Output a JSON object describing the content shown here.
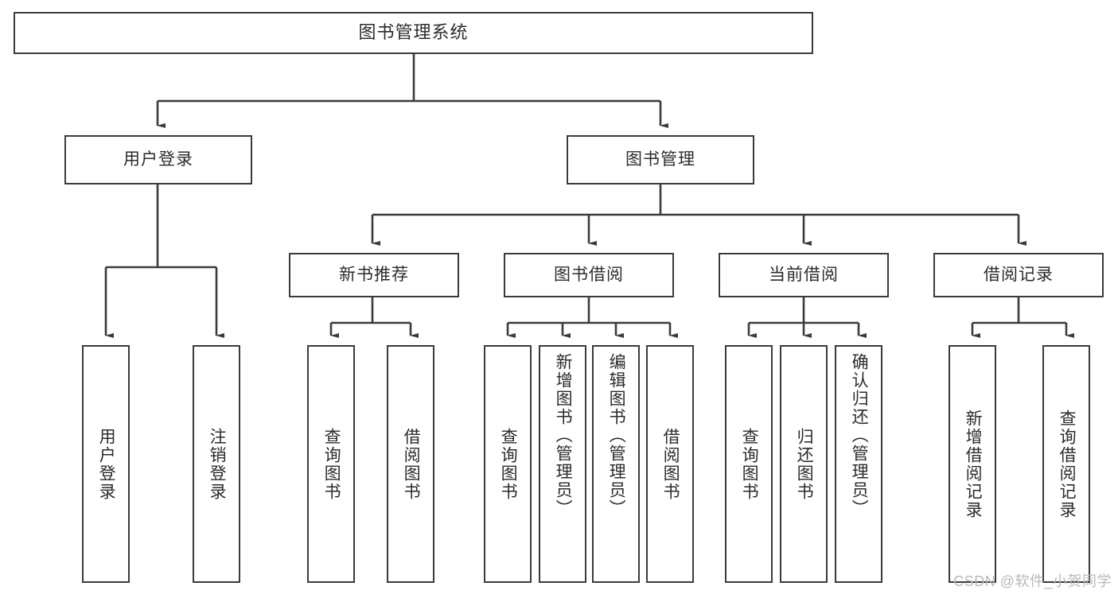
{
  "diagram": {
    "type": "tree-hierarchy-chart",
    "title": "图书管理系统",
    "colors": {
      "box_border": "#3b3b3b",
      "box_fill": "#ffffff",
      "connector": "#3b3b3b",
      "text": "#2b2b2b",
      "watermark": "#b9b9b9",
      "background": "#ffffff"
    },
    "root": {
      "label": "图书管理系统"
    },
    "level2": [
      {
        "id": "user-login",
        "label": "用户登录"
      },
      {
        "id": "book-management",
        "label": "图书管理"
      }
    ],
    "level3": [
      {
        "id": "new-book-recommend",
        "label": "新书推荐"
      },
      {
        "id": "book-borrow",
        "label": "图书借阅"
      },
      {
        "id": "current-borrow",
        "label": "当前借阅"
      },
      {
        "id": "borrow-record",
        "label": "借阅记录"
      }
    ],
    "leaves": {
      "user_login": [
        {
          "id": "leaf-user-login",
          "label": "用户登录"
        },
        {
          "id": "leaf-logout",
          "label": "注销登录"
        }
      ],
      "new_book_recommend": [
        {
          "id": "leaf-query-book-1",
          "label": "查询图书"
        },
        {
          "id": "leaf-borrow-book-1",
          "label": "借阅图书"
        }
      ],
      "book_borrow": [
        {
          "id": "leaf-query-book-2",
          "label": "查询图书"
        },
        {
          "id": "leaf-add-book",
          "label": "新增图书（管理员）"
        },
        {
          "id": "leaf-edit-book",
          "label": "编辑图书（管理员）"
        },
        {
          "id": "leaf-borrow-book-2",
          "label": "借阅图书"
        }
      ],
      "current_borrow": [
        {
          "id": "leaf-query-book-3",
          "label": "查询图书"
        },
        {
          "id": "leaf-return-book",
          "label": "归还图书"
        },
        {
          "id": "leaf-confirm-return",
          "label": "确认归还（管理员）"
        }
      ],
      "borrow_record": [
        {
          "id": "leaf-add-record",
          "label": "新增借阅记录"
        },
        {
          "id": "leaf-query-record",
          "label": "查询借阅记录"
        }
      ]
    },
    "watermark": "CSDN @软件_小贺同学"
  }
}
